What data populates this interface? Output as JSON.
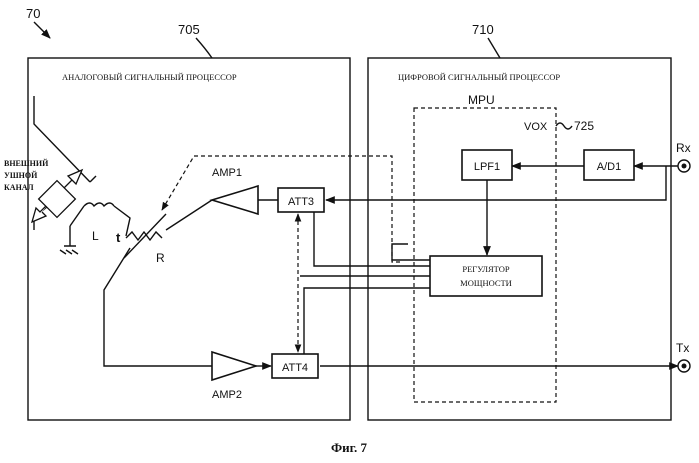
{
  "figure": {
    "ref_main": "70",
    "ref_analog": "705",
    "ref_digital": "710",
    "ref_vox": "725",
    "caption": "Фиг. 7"
  },
  "analog_section": {
    "title": "АНАЛОГОВЫЙ СИГНАЛЬНЫЙ ПРОЦЕССОР",
    "ear_canal_label": [
      "ВНЕШНИЙ",
      "УШНОЙ",
      "КАНАЛ"
    ],
    "coil_label": "L",
    "thermal_label": "t",
    "resistor_label": "R",
    "amp1": "AMP1",
    "amp2": "AMP2",
    "att3": "ATT3",
    "att4": "ATT4"
  },
  "digital_section": {
    "title": "ЦИФРОВОЙ СИГНАЛЬНЫЙ ПРОЦЕССОР",
    "mpu": "MPU",
    "vox": "VOX",
    "lpf1": "LPF1",
    "adc": "A/D1",
    "power_regulator": [
      "РЕГУЛЯТОР",
      "МОЩНОСТИ"
    ]
  },
  "ports": {
    "rx": "Rx",
    "tx": "Tx"
  }
}
